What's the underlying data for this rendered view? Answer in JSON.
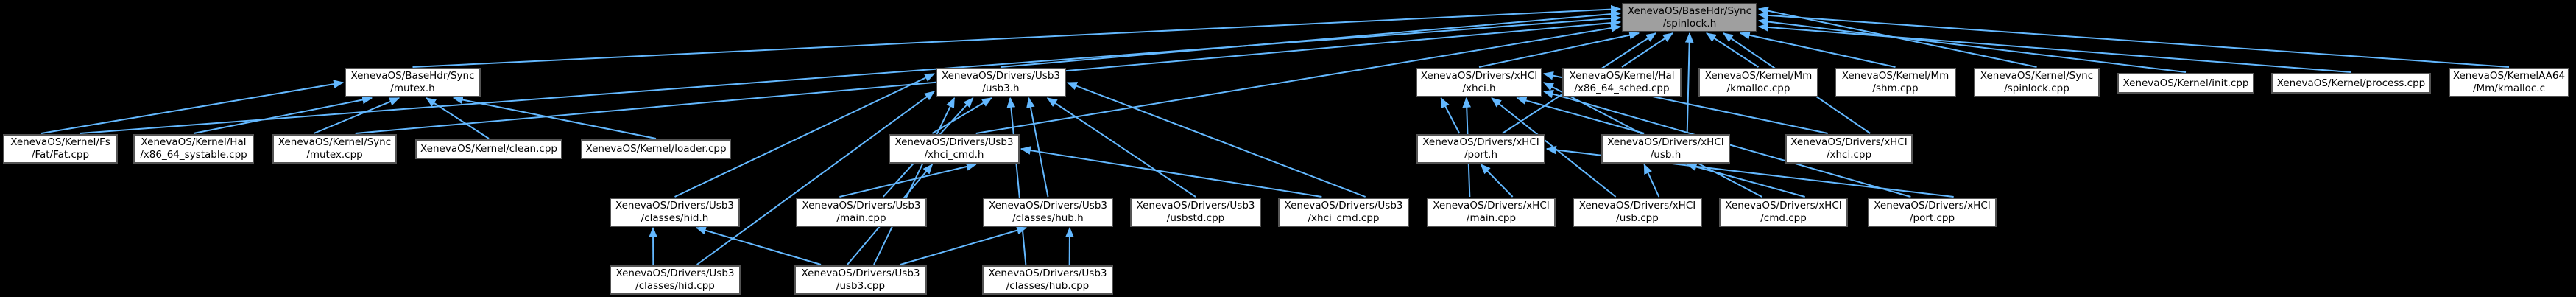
{
  "graph": {
    "kind": "doxygen-include-dependency-graph",
    "colors": {
      "canvas_bg": "#000000",
      "node_bg": "#ffffff",
      "node_border": "#545454",
      "current_bg": "#9f9f9f",
      "current_border": "#3c3c3c",
      "edge": "#63b8ff",
      "text": "#000000"
    },
    "nodes": [
      {
        "id": "spinlock_h",
        "lines": [
          "XenevaOS/BaseHdr/Sync",
          "/spinlock.h"
        ],
        "current": true
      },
      {
        "id": "mutex_h",
        "lines": [
          "XenevaOS/BaseHdr/Sync",
          "/mutex.h"
        ],
        "current": false
      },
      {
        "id": "fat_cpp",
        "lines": [
          "XenevaOS/Kernel/Fs",
          "/Fat/Fat.cpp"
        ],
        "current": false
      },
      {
        "id": "systable_cpp",
        "lines": [
          "XenevaOS/Kernel/Hal",
          "/x86_64_systable.cpp"
        ],
        "current": false
      },
      {
        "id": "mutex_cpp",
        "lines": [
          "XenevaOS/Kernel/Sync",
          "/mutex.cpp"
        ],
        "current": false
      },
      {
        "id": "clean_cpp",
        "lines": [
          "XenevaOS/Kernel/clean.cpp"
        ],
        "current": false
      },
      {
        "id": "loader_cpp",
        "lines": [
          "XenevaOS/Kernel/loader.cpp"
        ],
        "current": false
      },
      {
        "id": "usb3_h",
        "lines": [
          "XenevaOS/Drivers/Usb3",
          "/usb3.h"
        ],
        "current": false
      },
      {
        "id": "xhci_cmd_h",
        "lines": [
          "XenevaOS/Drivers/Usb3",
          "/xhci_cmd.h"
        ],
        "current": false
      },
      {
        "id": "hid_h",
        "lines": [
          "XenevaOS/Drivers/Usb3",
          "/classes/hid.h"
        ],
        "current": false
      },
      {
        "id": "usb3_main_cpp",
        "lines": [
          "XenevaOS/Drivers/Usb3",
          "/main.cpp"
        ],
        "current": false
      },
      {
        "id": "hub_h",
        "lines": [
          "XenevaOS/Drivers/Usb3",
          "/classes/hub.h"
        ],
        "current": false
      },
      {
        "id": "usbstd_cpp",
        "lines": [
          "XenevaOS/Drivers/Usb3",
          "/usbstd.cpp"
        ],
        "current": false
      },
      {
        "id": "xhci_cmd_cpp",
        "lines": [
          "XenevaOS/Drivers/Usb3",
          "/xhci_cmd.cpp"
        ],
        "current": false
      },
      {
        "id": "hid_cpp",
        "lines": [
          "XenevaOS/Drivers/Usb3",
          "/classes/hid.cpp"
        ],
        "current": false
      },
      {
        "id": "usb3_cpp",
        "lines": [
          "XenevaOS/Drivers/Usb3",
          "/usb3.cpp"
        ],
        "current": false
      },
      {
        "id": "hub_cpp",
        "lines": [
          "XenevaOS/Drivers/Usb3",
          "/classes/hub.cpp"
        ],
        "current": false
      },
      {
        "id": "xhci_h",
        "lines": [
          "XenevaOS/Drivers/xHCI",
          "/xhci.h"
        ],
        "current": false
      },
      {
        "id": "port_h",
        "lines": [
          "XenevaOS/Drivers/xHCI",
          "/port.h"
        ],
        "current": false
      },
      {
        "id": "usb_h",
        "lines": [
          "XenevaOS/Drivers/xHCI",
          "/usb.h"
        ],
        "current": false
      },
      {
        "id": "xhci_cpp",
        "lines": [
          "XenevaOS/Drivers/xHCI",
          "/xhci.cpp"
        ],
        "current": false
      },
      {
        "id": "xhci_main_cpp",
        "lines": [
          "XenevaOS/Drivers/xHCI",
          "/main.cpp"
        ],
        "current": false
      },
      {
        "id": "usb_cpp",
        "lines": [
          "XenevaOS/Drivers/xHCI",
          "/usb.cpp"
        ],
        "current": false
      },
      {
        "id": "cmd_cpp",
        "lines": [
          "XenevaOS/Drivers/xHCI",
          "/cmd.cpp"
        ],
        "current": false
      },
      {
        "id": "port_cpp",
        "lines": [
          "XenevaOS/Drivers/xHCI",
          "/port.cpp"
        ],
        "current": false
      },
      {
        "id": "sched_cpp",
        "lines": [
          "XenevaOS/Kernel/Hal",
          "/x86_64_sched.cpp"
        ],
        "current": false
      },
      {
        "id": "mm_kmalloc_cpp",
        "lines": [
          "XenevaOS/Kernel/Mm",
          "/kmalloc.cpp"
        ],
        "current": false
      },
      {
        "id": "shm_cpp",
        "lines": [
          "XenevaOS/Kernel/Mm",
          "/shm.cpp"
        ],
        "current": false
      },
      {
        "id": "spinlock_cpp",
        "lines": [
          "XenevaOS/Kernel/Sync",
          "/spinlock.cpp"
        ],
        "current": false
      },
      {
        "id": "init_cpp",
        "lines": [
          "XenevaOS/Kernel/init.cpp"
        ],
        "current": false
      },
      {
        "id": "process_cpp",
        "lines": [
          "XenevaOS/Kernel/process.cpp"
        ],
        "current": false
      },
      {
        "id": "aa64_kmalloc_c",
        "lines": [
          "XenevaOS/KernelAA64",
          "/Mm/kmalloc.c"
        ],
        "current": false
      }
    ],
    "edges": [
      {
        "from": "mutex_h",
        "to": "spinlock_h"
      },
      {
        "from": "usb3_h",
        "to": "spinlock_h"
      },
      {
        "from": "xhci_h",
        "to": "spinlock_h"
      },
      {
        "from": "sched_cpp",
        "to": "spinlock_h"
      },
      {
        "from": "mm_kmalloc_cpp",
        "to": "spinlock_h"
      },
      {
        "from": "shm_cpp",
        "to": "spinlock_h"
      },
      {
        "from": "spinlock_cpp",
        "to": "spinlock_h"
      },
      {
        "from": "init_cpp",
        "to": "spinlock_h"
      },
      {
        "from": "process_cpp",
        "to": "spinlock_h"
      },
      {
        "from": "aa64_kmalloc_c",
        "to": "spinlock_h"
      },
      {
        "from": "fat_cpp",
        "to": "spinlock_h"
      },
      {
        "from": "mutex_cpp",
        "to": "spinlock_h"
      },
      {
        "from": "xhci_cmd_h",
        "to": "spinlock_h"
      },
      {
        "from": "port_h",
        "to": "spinlock_h"
      },
      {
        "from": "usb_h",
        "to": "spinlock_h"
      },
      {
        "from": "xhci_cpp",
        "to": "spinlock_h"
      },
      {
        "from": "fat_cpp",
        "to": "mutex_h"
      },
      {
        "from": "systable_cpp",
        "to": "mutex_h"
      },
      {
        "from": "mutex_cpp",
        "to": "mutex_h"
      },
      {
        "from": "clean_cpp",
        "to": "mutex_h"
      },
      {
        "from": "loader_cpp",
        "to": "mutex_h"
      },
      {
        "from": "xhci_cmd_h",
        "to": "usb3_h"
      },
      {
        "from": "hid_h",
        "to": "usb3_h"
      },
      {
        "from": "usb3_main_cpp",
        "to": "usb3_h"
      },
      {
        "from": "hub_h",
        "to": "usb3_h"
      },
      {
        "from": "usbstd_cpp",
        "to": "usb3_h"
      },
      {
        "from": "xhci_cmd_cpp",
        "to": "usb3_h"
      },
      {
        "from": "usb3_cpp",
        "to": "usb3_h"
      },
      {
        "from": "hid_cpp",
        "to": "usb3_h"
      },
      {
        "from": "hub_cpp",
        "to": "usb3_h"
      },
      {
        "from": "usb3_main_cpp",
        "to": "xhci_cmd_h"
      },
      {
        "from": "xhci_cmd_cpp",
        "to": "xhci_cmd_h"
      },
      {
        "from": "usb3_cpp",
        "to": "xhci_cmd_h"
      },
      {
        "from": "hid_cpp",
        "to": "hid_h"
      },
      {
        "from": "usb3_cpp",
        "to": "hid_h"
      },
      {
        "from": "hub_cpp",
        "to": "hub_h"
      },
      {
        "from": "usb3_cpp",
        "to": "hub_h"
      },
      {
        "from": "port_h",
        "to": "xhci_h"
      },
      {
        "from": "usb_h",
        "to": "xhci_h"
      },
      {
        "from": "xhci_cpp",
        "to": "xhci_h"
      },
      {
        "from": "xhci_main_cpp",
        "to": "xhci_h"
      },
      {
        "from": "usb_cpp",
        "to": "xhci_h"
      },
      {
        "from": "cmd_cpp",
        "to": "xhci_h"
      },
      {
        "from": "port_cpp",
        "to": "xhci_h"
      },
      {
        "from": "xhci_main_cpp",
        "to": "port_h"
      },
      {
        "from": "port_cpp",
        "to": "port_h"
      },
      {
        "from": "usb_cpp",
        "to": "usb_h"
      },
      {
        "from": "cmd_cpp",
        "to": "usb_h"
      }
    ]
  }
}
